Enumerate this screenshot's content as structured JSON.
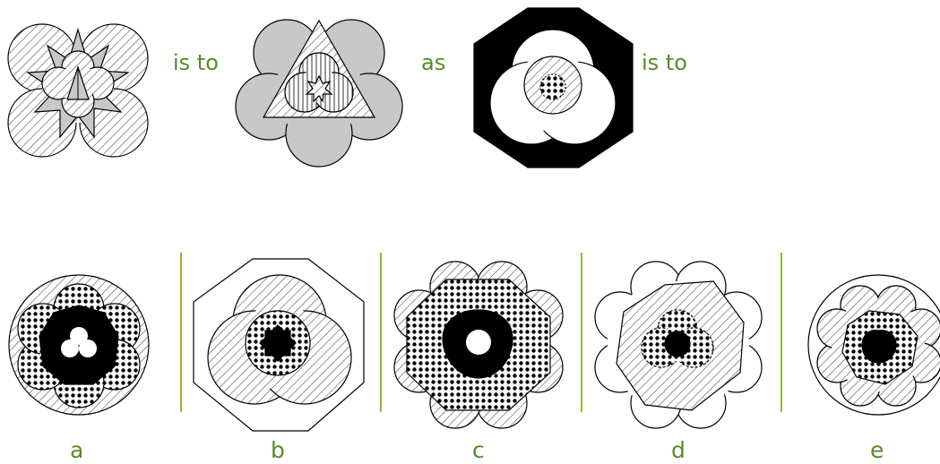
{
  "question": {
    "connector_1": "is to",
    "connector_2": "as",
    "connector_3": "is to"
  },
  "options": [
    {
      "label": "a"
    },
    {
      "label": "b"
    },
    {
      "label": "c"
    },
    {
      "label": "d"
    },
    {
      "label": "e"
    }
  ],
  "colors": {
    "text": "#5a8a2a",
    "divider": "#8dbb3a",
    "gray_fill": "#c8c8c8",
    "outline": "#000000"
  }
}
